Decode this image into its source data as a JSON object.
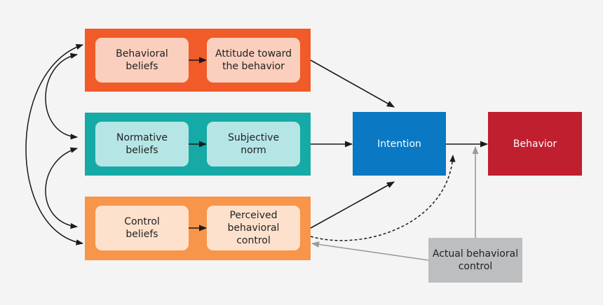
{
  "colors": {
    "background": "#f4f4f4",
    "attitude_band": "#f15a29",
    "attitude_node": "#fbcfbe",
    "norm_band": "#16aaa6",
    "norm_node": "#b5e6e5",
    "control_band": "#f7954a",
    "control_node": "#fde1cd",
    "intention": "#0a78c2",
    "behavior": "#c01f2f",
    "actual_control": "#bcbec0",
    "arrow": "#1a1a1a",
    "arrow_gray": "#9a9a9a"
  },
  "nodes": {
    "behavioral_beliefs": "Behavioral\nbeliefs",
    "attitude": "Attitude toward\nthe behavior",
    "normative_beliefs": "Normative\nbeliefs",
    "subjective_norm": "Subjective\nnorm",
    "control_beliefs": "Control\nbeliefs",
    "perceived_control": "Perceived\nbehavioral\ncontrol",
    "intention": "Intention",
    "behavior": "Behavior",
    "actual_control": "Actual behavioral\ncontrol"
  }
}
